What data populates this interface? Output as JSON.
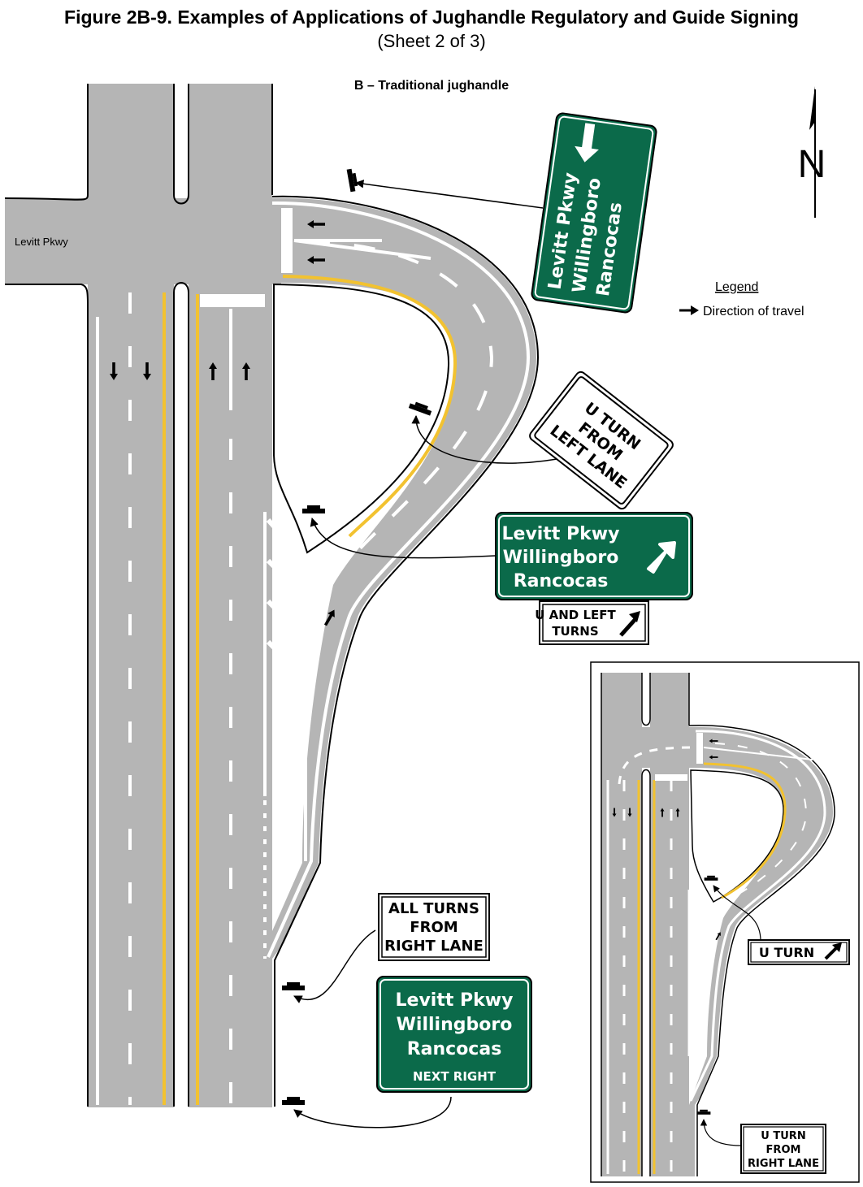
{
  "figure": {
    "title": "Figure 2B-9.  Examples of Applications of Jughandle Regulatory and Guide Signing",
    "sheet": "(Sheet 2 of 3)",
    "panel_title": "B – Traditional jughandle"
  },
  "road_label": "Levitt Pkwy",
  "north_label": "N",
  "legend": {
    "title": "Legend",
    "item": "Direction of travel"
  },
  "signs": {
    "top_guide": {
      "lines": [
        "Levitt Pkwy",
        "Willingboro",
        "Rancocas"
      ]
    },
    "u_turn_left_lane": {
      "lines": [
        "U TURN",
        "FROM",
        "LEFT LANE"
      ]
    },
    "mid_guide": {
      "lines": [
        "Levitt Pkwy",
        "Willingboro",
        "Rancocas"
      ]
    },
    "u_and_left": {
      "lines": [
        "U AND LEFT",
        "TURNS"
      ]
    },
    "all_turns": {
      "lines": [
        "ALL TURNS",
        "FROM",
        "RIGHT LANE"
      ]
    },
    "next_right_guide": {
      "lines": [
        "Levitt Pkwy",
        "Willingboro",
        "Rancocas",
        "NEXT RIGHT"
      ]
    },
    "inset_u_turn": {
      "label": "U TURN"
    },
    "inset_u_turn_right_lane": {
      "lines": [
        "U TURN",
        "FROM",
        "RIGHT LANE"
      ]
    }
  },
  "colors": {
    "road": "#b5b5b5",
    "yellow_line": "#f2c230",
    "guide_green": "#0b6a4a",
    "white": "#ffffff",
    "black": "#000000"
  }
}
